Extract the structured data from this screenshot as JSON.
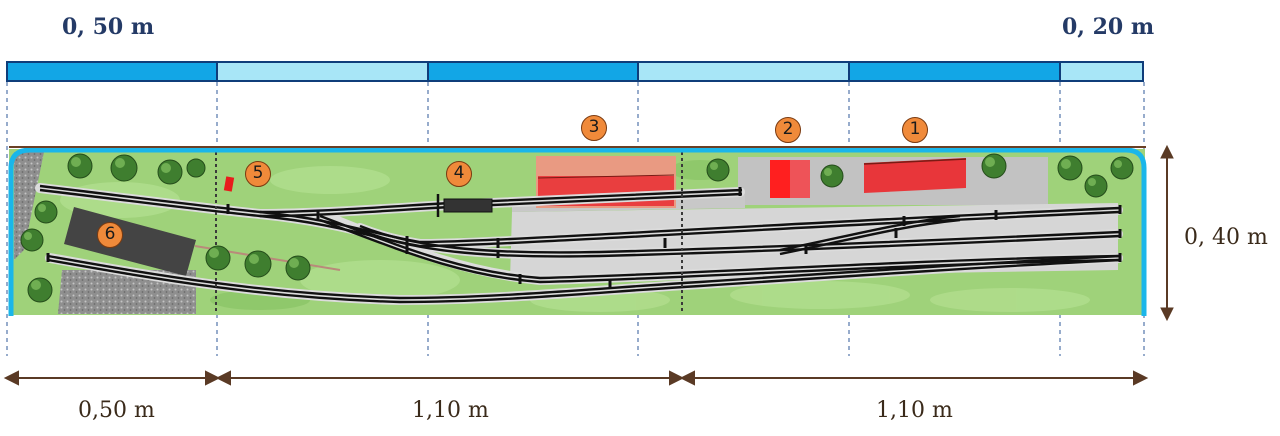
{
  "scale_top": {
    "left_label": "0, 50 m",
    "right_label": "0, 20 m"
  },
  "height_label": "0, 40 m",
  "bottom_dimensions": [
    "0,50 m",
    "1,10 m",
    "1,10 m"
  ],
  "markers": [
    "1",
    "2",
    "3",
    "4",
    "5",
    "6"
  ],
  "colors": {
    "scale_dark": "#12a6e6",
    "scale_light": "#a8e6f7",
    "scale_border": "#0f3d7a",
    "layout_border": "#1ab6ea",
    "grass": "#9fd27a",
    "platform": "#d8d8d8",
    "track": "#111111",
    "building_red": "#e8363a",
    "marker_orange": "#f08a3a",
    "dimension_arrow": "#5a3a25"
  }
}
